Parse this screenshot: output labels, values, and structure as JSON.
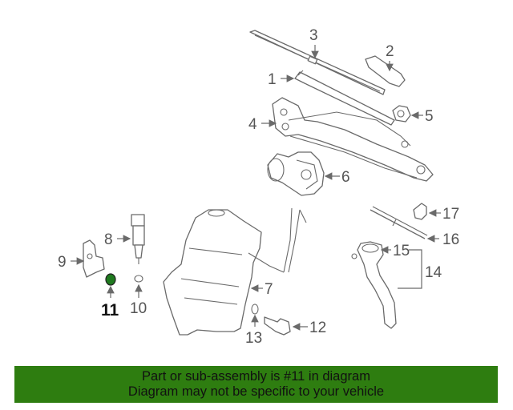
{
  "diagram": {
    "callouts": [
      "1",
      "2",
      "3",
      "4",
      "5",
      "6",
      "7",
      "8",
      "9",
      "10",
      "11",
      "12",
      "13",
      "14",
      "15",
      "16",
      "17"
    ],
    "highlight_part": "11",
    "highlight_color": "#1f7a1f"
  },
  "banner": {
    "line1": "Part or sub-assembly is #11 in diagram",
    "line2": "Diagram may not be specific to your vehicle",
    "background": "#2e7d10"
  }
}
